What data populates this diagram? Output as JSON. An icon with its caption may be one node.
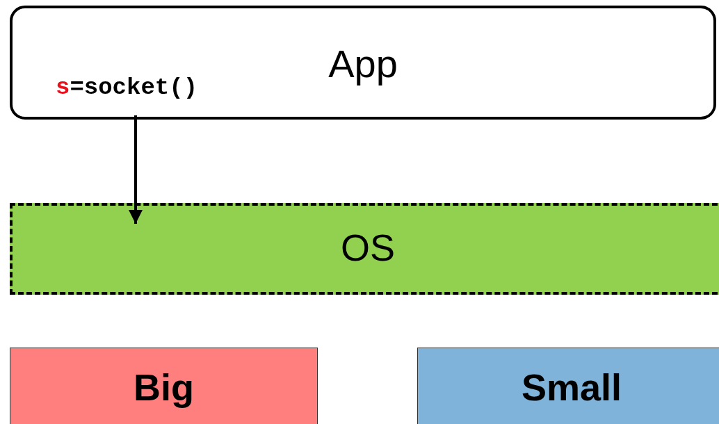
{
  "diagram": {
    "nodes": [
      {
        "text": [
          "App",
          "s=socket()"
        ]
      },
      {
        "text": [
          "OS"
        ]
      },
      {
        "text": [
          "Big"
        ]
      },
      {
        "text": [
          "Small"
        ]
      }
    ],
    "edges": [
      {
        "from": 0,
        "to": 1,
        "arrow": "to"
      }
    ]
  }
}
